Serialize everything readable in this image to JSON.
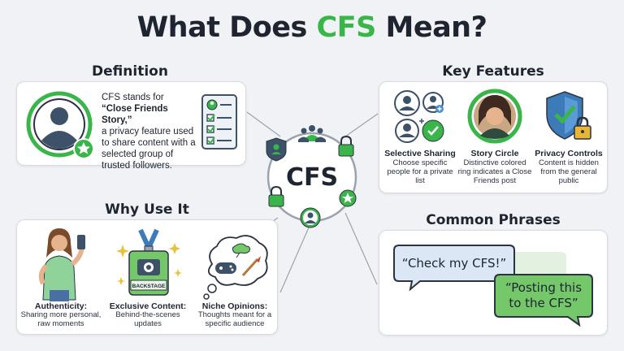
{
  "title": {
    "prefix": "What Does ",
    "accent": "CFS",
    "suffix": " Mean?"
  },
  "colors": {
    "green": "#39b54a",
    "dark": "#1e2430",
    "slate": "#3d5168",
    "bubble_blue": "#dbe7f5",
    "bubble_green": "#74c869"
  },
  "definition": {
    "heading": "Definition",
    "line1": "CFS stands for",
    "line2": "“Close Friends Story,”",
    "body": "a privacy feature used to share content with a selected group of trusted followers."
  },
  "center": {
    "label": "CFS"
  },
  "key_features": {
    "heading": "Key Features",
    "items": [
      {
        "title": "Selective Sharing",
        "desc": "Choose specific people for a private list",
        "icon": "people-select-icon"
      },
      {
        "title": "Story Circle",
        "desc": "Distinctive colored ring indicates a Close Friends post",
        "icon": "story-ring-avatar-icon"
      },
      {
        "title": "Privacy Controls",
        "desc": "Content is hidden from the general public",
        "icon": "shield-lock-icon"
      }
    ]
  },
  "why_use": {
    "heading": "Why Use It",
    "items": [
      {
        "title": "Authenticity:",
        "desc": "Sharing more personal, raw moments",
        "icon": "selfie-person-icon"
      },
      {
        "title": "Exclusive Content:",
        "desc": "Behind-the-scenes updates",
        "icon": "backstage-pass-icon",
        "badge": "BACKSTAGE"
      },
      {
        "title": "Niche Opinions:",
        "desc": "Thoughts meant for a specific audience",
        "icon": "thought-bubble-icon"
      }
    ]
  },
  "phrases": {
    "heading": "Common Phrases",
    "bubble1": "“Check my CFS!”",
    "bubble2_line1": "“Posting this",
    "bubble2_line2": "to the CFS”"
  }
}
